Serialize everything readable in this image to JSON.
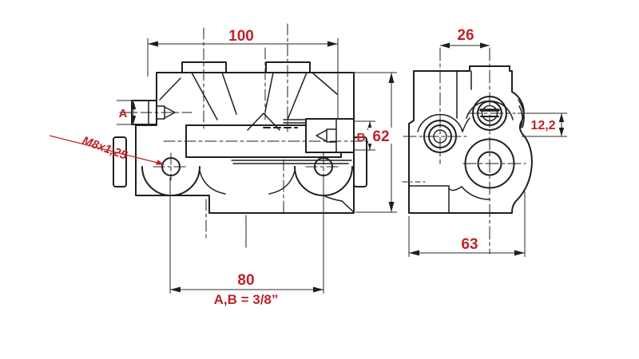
{
  "colors": {
    "line": "#1f1f1f",
    "dimension_line": "#2a2a2a",
    "dimension_text_red": "#c02128",
    "background": "#ffffff"
  },
  "front_view": {
    "dims": {
      "width": "100",
      "height": "62",
      "bolt_spacing": "80"
    },
    "labels": {
      "port_a": "A",
      "port_b": "B",
      "thread": "M8x1,25",
      "ports_note": "A,B = 3/8”"
    }
  },
  "side_view": {
    "dims": {
      "port_spacing": "26",
      "port_offset": "12,2",
      "depth": "63"
    }
  }
}
